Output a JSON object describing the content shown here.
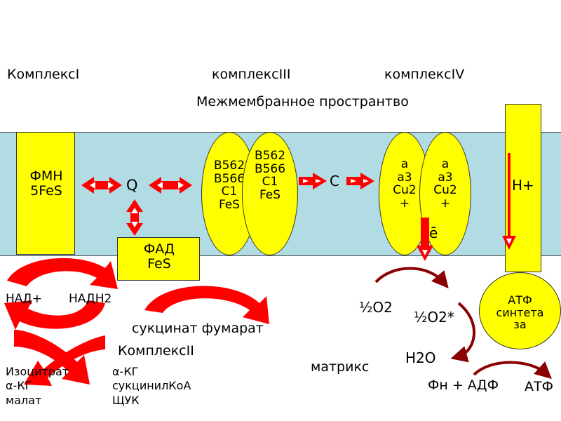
{
  "headers": {
    "complex1": "КомплексI",
    "complex3": "комплексIII",
    "complex4": "комплексIV",
    "intermembrane": "Межмембранное пространтво"
  },
  "fmn_box": "ФМН\n5FeS",
  "q_label": "Q",
  "c_label": "C",
  "fad_box": "ФАД\nFeS",
  "complex3_oval1": "B562\nB566\nC1\nFeS",
  "complex3_oval2": "B562\nB566\nC1\nFeS",
  "complex4_oval1": "a\na3\nCu2\n+",
  "complex4_oval2": "a\na3\nCu2\n+",
  "electron": "ē",
  "h_plus": "H+",
  "atp_synthase": "АТФ\nсинтета\nза",
  "matrix": {
    "nad": "НАД+",
    "nadh2": "НАДН2",
    "succinate_fumarate": "сукцинат фумарат",
    "complex2": "КомплексII",
    "substrates_left": "Изоцитрат\nα-КГ\nмалат",
    "substrates_right": "α-КГ\nсукцинилКоА\nЩУК",
    "half_o2": "½O2",
    "half_o2_star": "½O2*",
    "water": "H2O",
    "matrix_label": "матрикс",
    "phosphate_adp": "Фн + АДФ",
    "atp": "АТФ"
  },
  "colors": {
    "membrane": "#b2dce3",
    "component": "#ffff00",
    "arrow_red": "#ff0000",
    "arrow_dark": "#8b0000"
  }
}
